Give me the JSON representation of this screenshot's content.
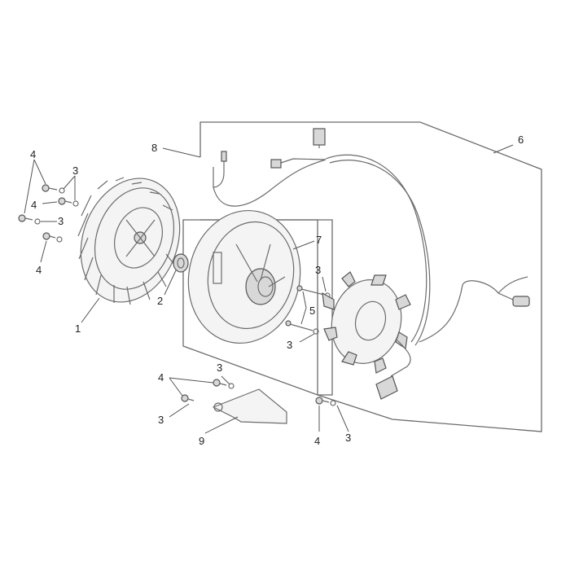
{
  "callouts": {
    "c1": "1",
    "c2": "2",
    "c3a": "3",
    "c3b": "3",
    "c3c": "3",
    "c3d": "3",
    "c3e": "3",
    "c3f": "3",
    "c3g": "3",
    "c4a": "4",
    "c4b": "4",
    "c4c": "4",
    "c4d": "4",
    "c4e": "4",
    "c5": "5",
    "c6": "6",
    "c7": "7",
    "c8": "8",
    "c9": "9"
  },
  "colors": {
    "line": "#6b6b6b",
    "text": "#222222",
    "background": "#ffffff"
  }
}
